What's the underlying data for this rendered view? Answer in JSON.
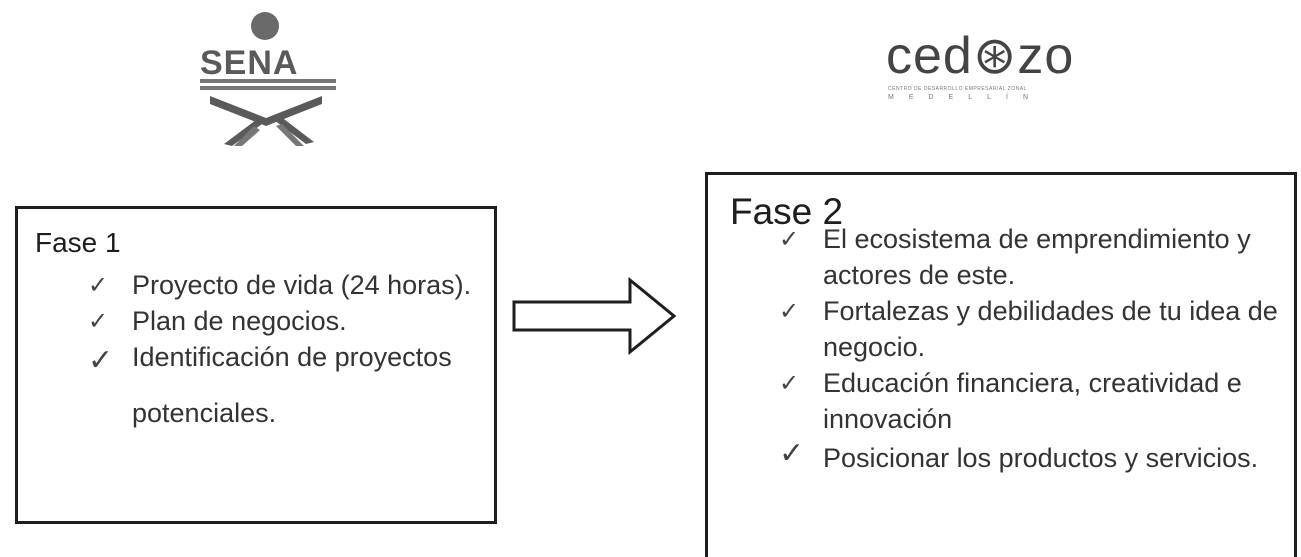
{
  "logos": {
    "sena": {
      "text": "SENA"
    },
    "cedezo": {
      "wordmark": "ced⊛zo",
      "line1": "CENTRO DE DESARROLLO EMPRESARIAL ZONAL",
      "line2": "MEDELLÍN"
    }
  },
  "phase1": {
    "title": "Fase 1",
    "items": [
      "Proyecto de vida (24 horas).",
      "Plan de negocios.",
      "Identificación de proyectos potenciales."
    ]
  },
  "phase2": {
    "title": "Fase 2",
    "items": [
      "El ecosistema de emprendimiento y actores de este.",
      "Fortalezas y debilidades de tu idea de negocio.",
      "Educación financiera, creatividad e innovación",
      "Posicionar los productos y servicios."
    ]
  },
  "icons": {
    "check": "✓",
    "arrow": "arrow-right-icon"
  },
  "colors": {
    "border": "#1e1e1e",
    "text": "#333333"
  }
}
